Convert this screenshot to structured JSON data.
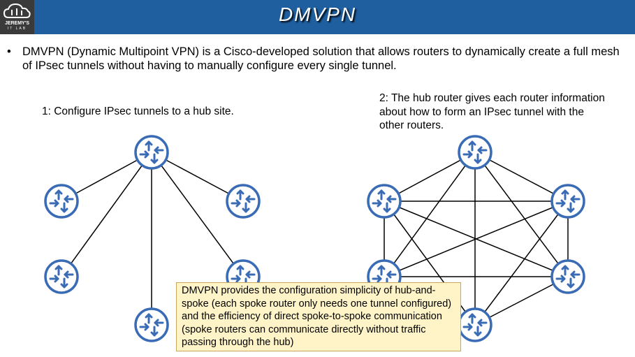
{
  "header": {
    "title": "DMVPN",
    "logo_text": "JEREMY'S",
    "logo_sub": "IT LAB"
  },
  "bullet": {
    "text": "DMVPN (Dynamic Multipoint VPN) is a Cisco-developed solution that allows routers to dynamically create a full mesh of IPsec tunnels without having to manually configure every single tunnel."
  },
  "captions": {
    "left": "1: Configure IPsec tunnels to a hub site.",
    "right": "2: The hub router gives each router information about how to form an IPsec tunnel with the other routers."
  },
  "note": {
    "text": "DMVPN provides the configuration simplicity of hub-and-spoke (each spoke router only needs one tunnel configured) and the efficiency of direct spoke-to-spoke communication (spoke routers can communicate directly without traffic passing through the hub)"
  },
  "colors": {
    "header_bg": "#1f5fa0",
    "router_stroke": "#3a6bb5",
    "note_bg": "#fff4c8"
  },
  "icons": {
    "router": "router-icon",
    "logo": "cloud-logo-icon"
  }
}
